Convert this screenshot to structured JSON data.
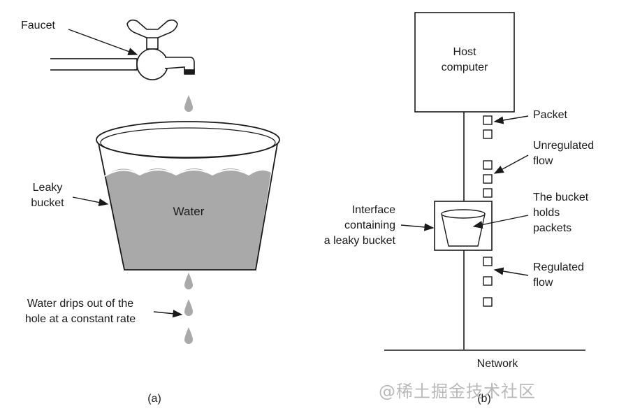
{
  "panel_a": {
    "faucet_label": "Faucet",
    "bucket_label_line1": "Leaky",
    "bucket_label_line2": "bucket",
    "water_label": "Water",
    "drip_label_line1": "Water drips out of the",
    "drip_label_line2": "hole at a constant rate",
    "caption": "(a)"
  },
  "panel_b": {
    "host_line1": "Host",
    "host_line2": "computer",
    "packet_label": "Packet",
    "unregulated_line1": "Unregulated",
    "unregulated_line2": "flow",
    "bucket_holds_line1": "The bucket",
    "bucket_holds_line2": "holds",
    "bucket_holds_line3": "packets",
    "interface_line1": "Interface",
    "interface_line2": "containing",
    "interface_line3": "a leaky bucket",
    "regulated_line1": "Regulated",
    "regulated_line2": "flow",
    "network_label": "Network",
    "caption": "(b)"
  },
  "watermark": "@稀土掘金技术社区",
  "colors": {
    "water": "#a9a9a9",
    "stroke": "#1a1a1a",
    "drop": "#a9a9a9"
  }
}
